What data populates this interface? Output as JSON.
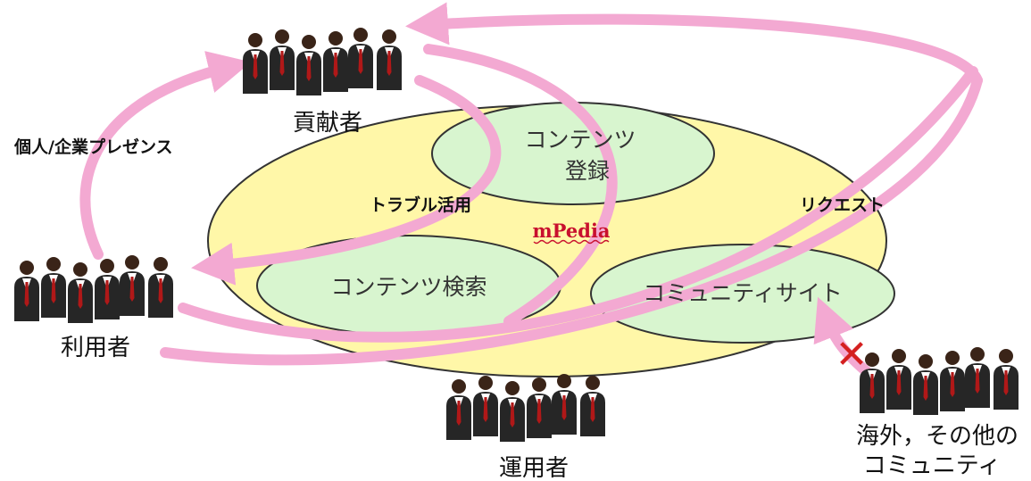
{
  "diagram": {
    "center_title": "mPedia",
    "bubbles": {
      "content_register": {
        "line1": "コンテンツ",
        "line2": "登録"
      },
      "content_search": "コンテンツ検索",
      "community_site": "コミュニティサイト"
    },
    "groups": {
      "contributors": "貢献者",
      "users": "利用者",
      "operators": "運用者",
      "overseas": {
        "line1": "海外，その他の",
        "line2": "コミュニティ"
      }
    },
    "flows": {
      "presence": "個人/企業プレゼンス",
      "trouble": "トラブル活用",
      "request": "リクエスト"
    },
    "blocked_mark": "✕"
  },
  "colors": {
    "ellipse_fill": "#fff7a8",
    "bubble_fill": "#d8f5cf",
    "arrow": "#f3a9d2",
    "blocked": "#d42020",
    "title": "#c8102e"
  }
}
